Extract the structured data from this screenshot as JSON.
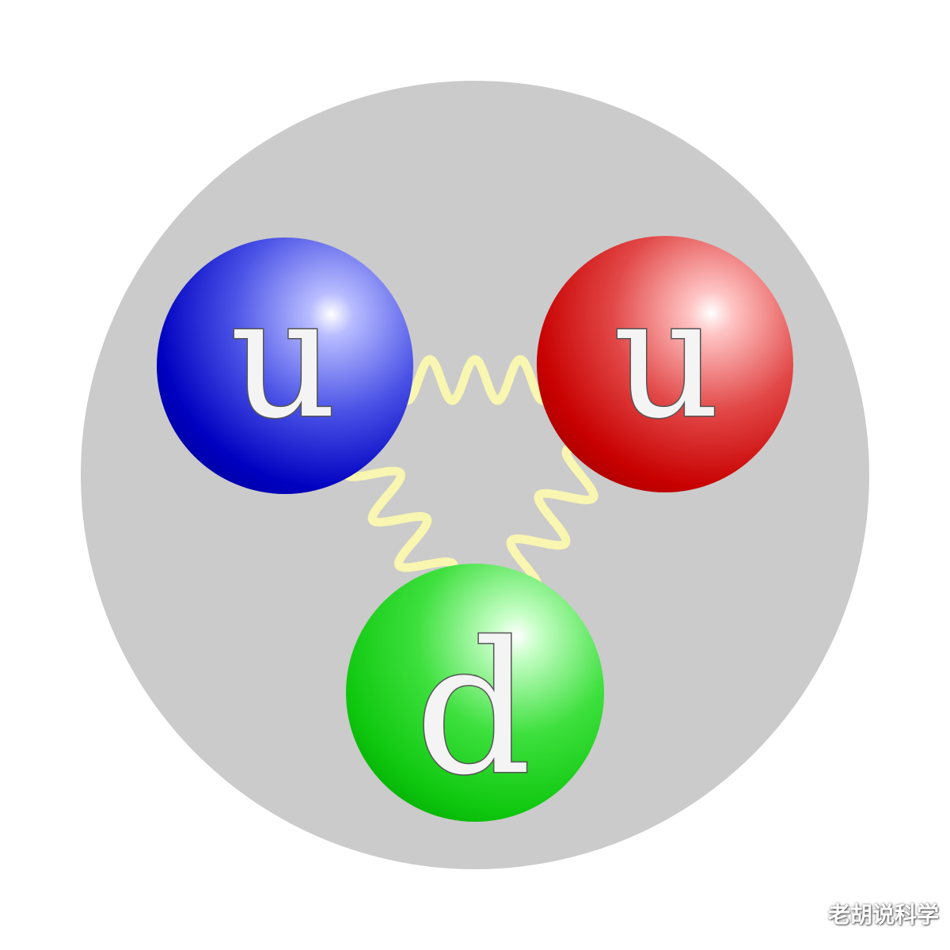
{
  "diagram": {
    "background_color": "#cbcbcb",
    "gluon_color": "#f8f6b0",
    "quarks": [
      {
        "id": "top-left",
        "label": "u",
        "color": "#0000c8"
      },
      {
        "id": "top-right",
        "label": "u",
        "color": "#cc0000"
      },
      {
        "id": "bottom",
        "label": "d",
        "color": "#00c800"
      }
    ]
  },
  "watermark": "老胡说科学"
}
